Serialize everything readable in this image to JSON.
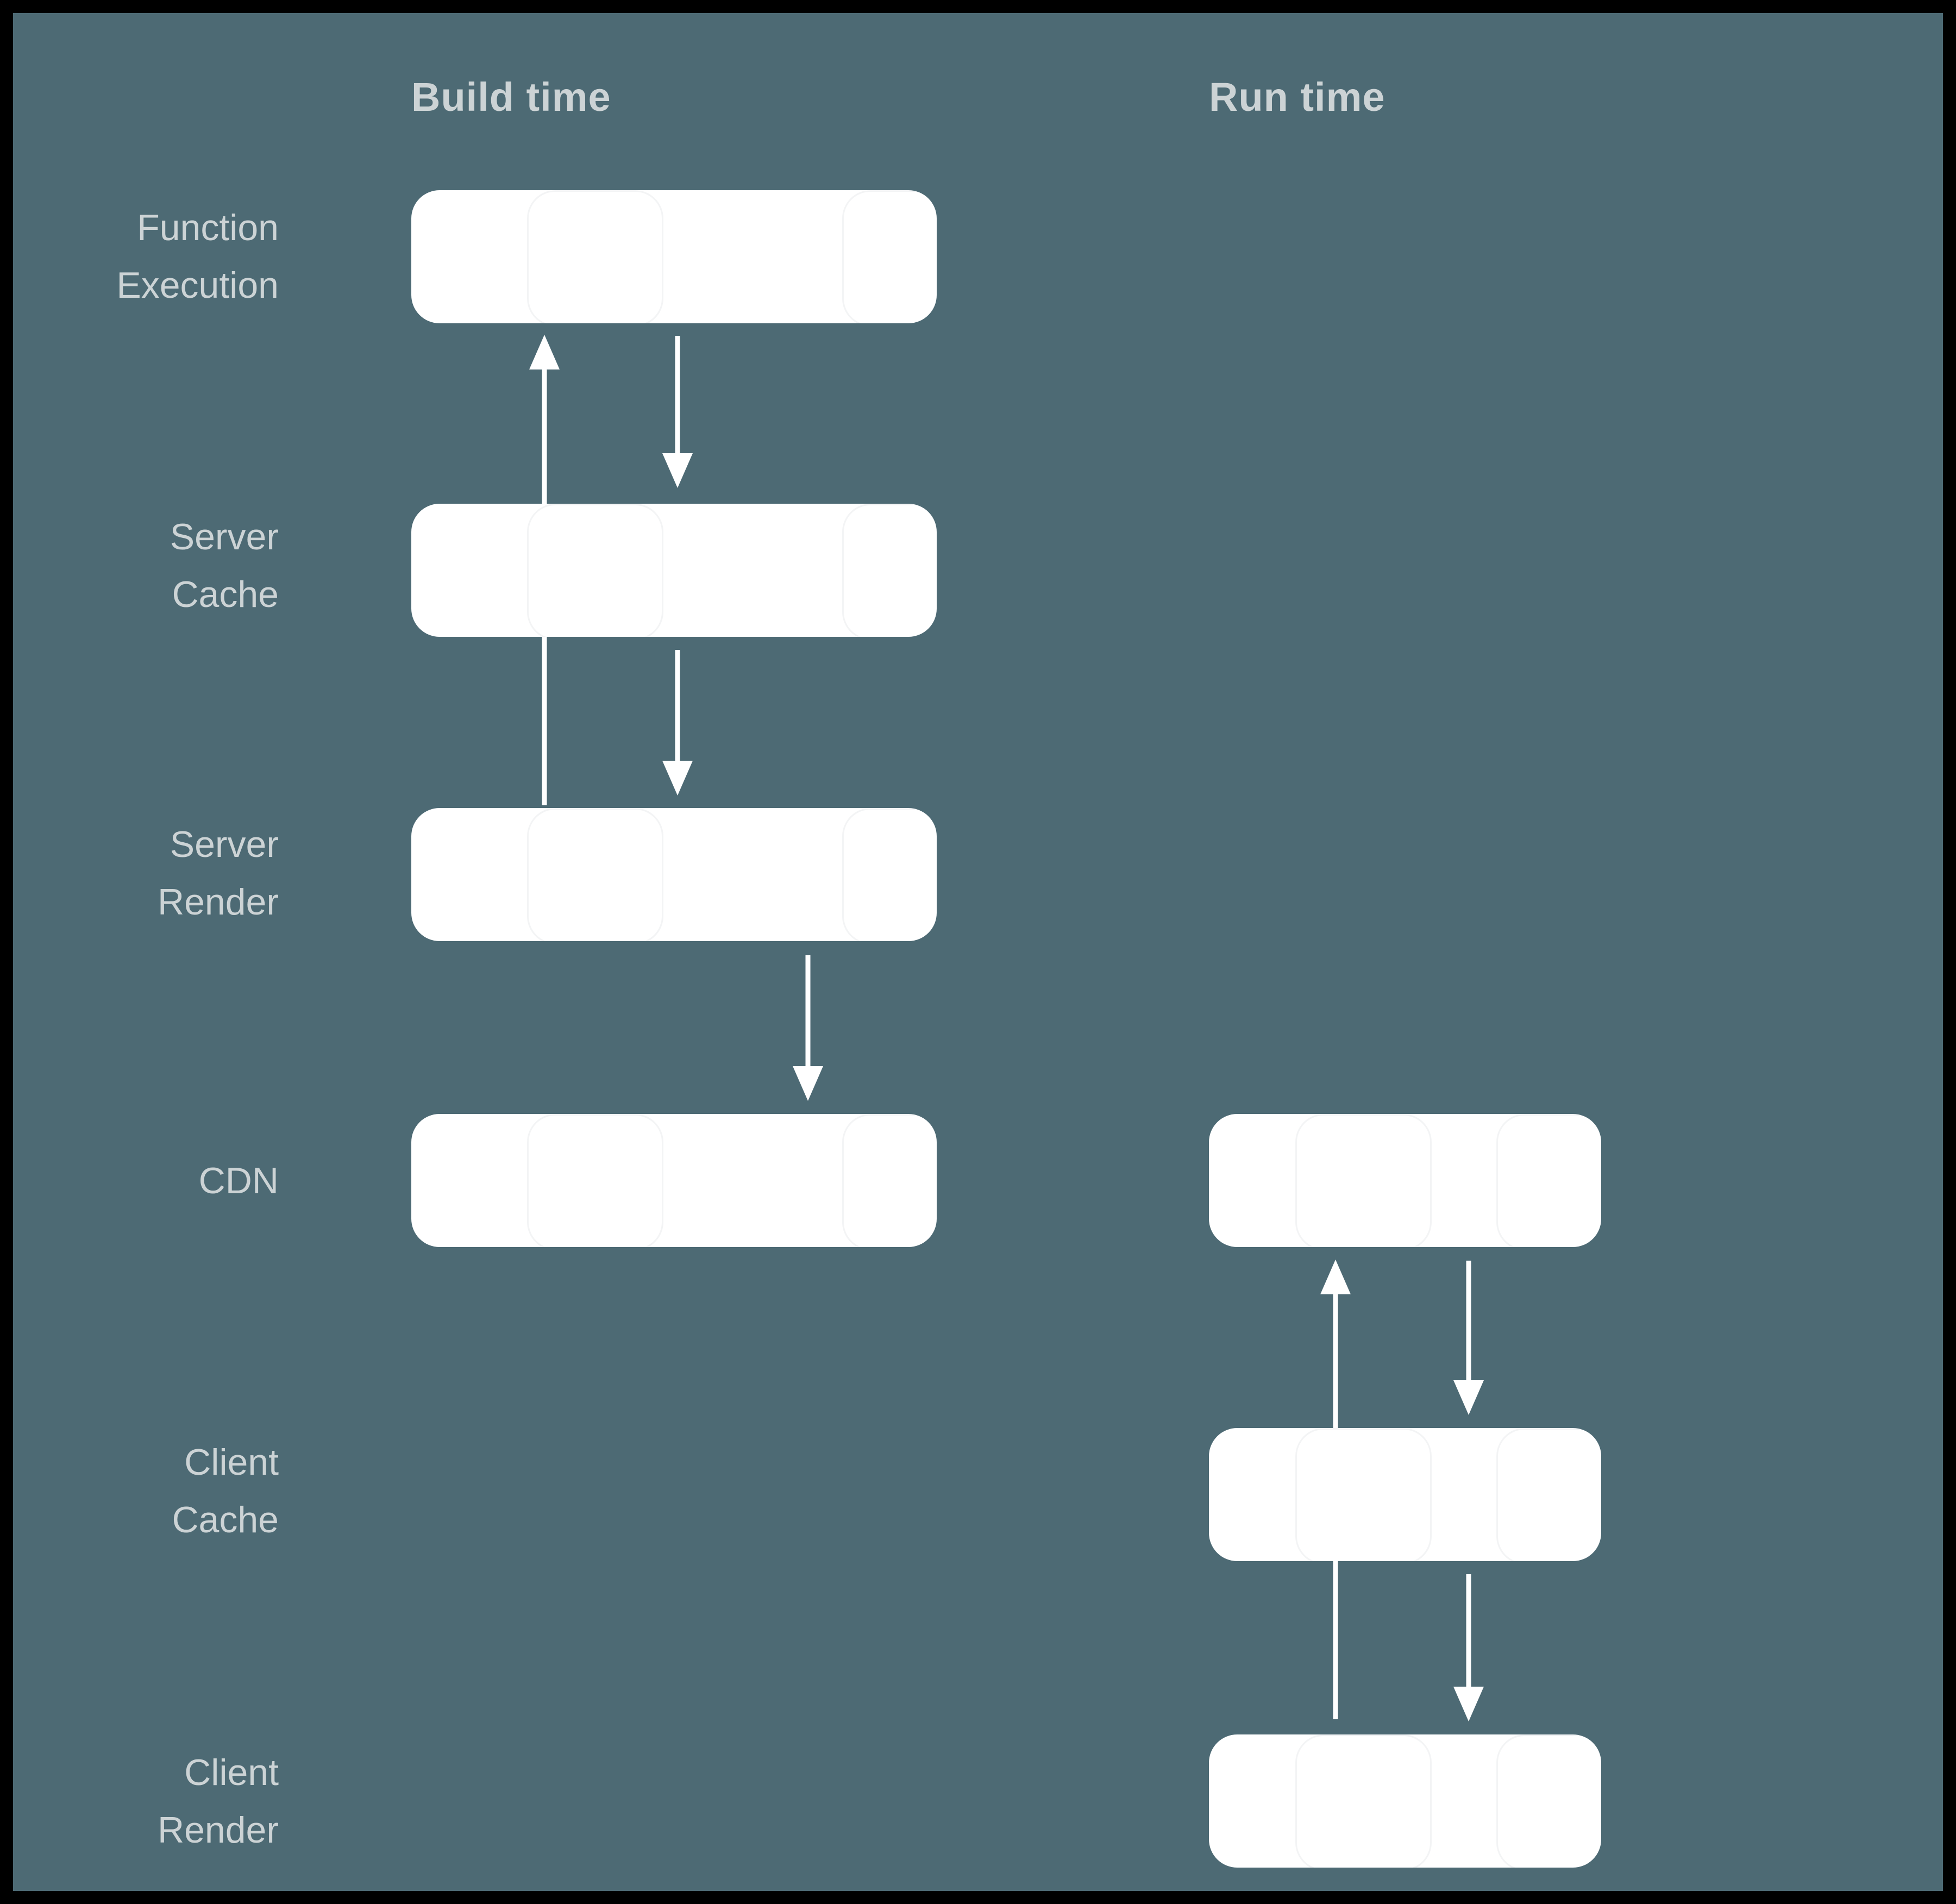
{
  "colors": {
    "frame": "#000000",
    "background": "#4d6a74",
    "box": "#ffffff",
    "label": "#ccd3d5",
    "arrow": "#ffffff"
  },
  "columns": [
    {
      "label": "Build time"
    },
    {
      "label": "Run time"
    }
  ],
  "rows": [
    {
      "line1": "Function",
      "line2": "Execution"
    },
    {
      "line1": "Server",
      "line2": "Cache"
    },
    {
      "line1": "Server",
      "line2": "Render"
    },
    {
      "line1": "CDN",
      "line2": ""
    },
    {
      "line1": "Client",
      "line2": "Cache"
    },
    {
      "line1": "Client",
      "line2": "Render"
    }
  ],
  "boxes": {
    "build": [
      "function-execution",
      "server-cache",
      "server-render",
      "cdn"
    ],
    "run": [
      "cdn",
      "client-cache",
      "client-render"
    ]
  },
  "arrows": [
    "server-render-up-to-function-execution",
    "function-execution-down-to-server-cache",
    "server-cache-down-to-server-render",
    "server-render-down-to-cdn",
    "client-render-up-to-cdn",
    "cdn-down-to-client-cache",
    "client-cache-down-to-client-render"
  ]
}
